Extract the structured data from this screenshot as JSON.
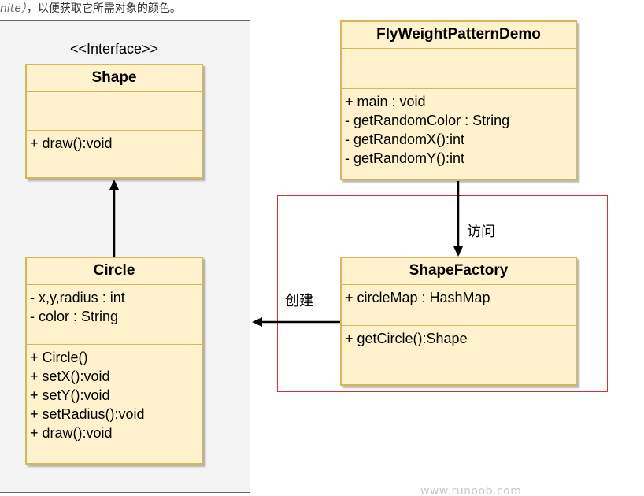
{
  "top_note": {
    "italic_part": "nite）",
    "text": "，以便获取它所需对象的颜色。"
  },
  "group": {
    "stereotype": "<<Interface>>"
  },
  "classes": {
    "shape": {
      "name": "Shape",
      "methods": [
        "+ draw():void"
      ]
    },
    "circle": {
      "name": "Circle",
      "attributes": [
        "- x,y,radius : int",
        "- color : String"
      ],
      "methods": [
        "+ Circle()",
        "+ setX():void",
        "+ setY():void",
        "+ setRadius():void",
        "+ draw():void"
      ]
    },
    "demo": {
      "name": "FlyWeightPatternDemo",
      "methods": [
        "+ main : void",
        "- getRandomColor : String",
        "- getRandomX():int",
        "- getRandomY():int"
      ]
    },
    "factory": {
      "name": "ShapeFactory",
      "attributes": [
        "+ circleMap : HashMap"
      ],
      "methods": [
        "+ getCircle():Shape"
      ]
    }
  },
  "relations": {
    "uses_label": "访问",
    "creates_label": "创建"
  },
  "watermark": "www.runoob.com",
  "colors": {
    "class_fill": "#fff2cc",
    "class_border": "#d6b656",
    "group_fill": "#f4f4f4",
    "highlight_border": "#cc3333"
  }
}
